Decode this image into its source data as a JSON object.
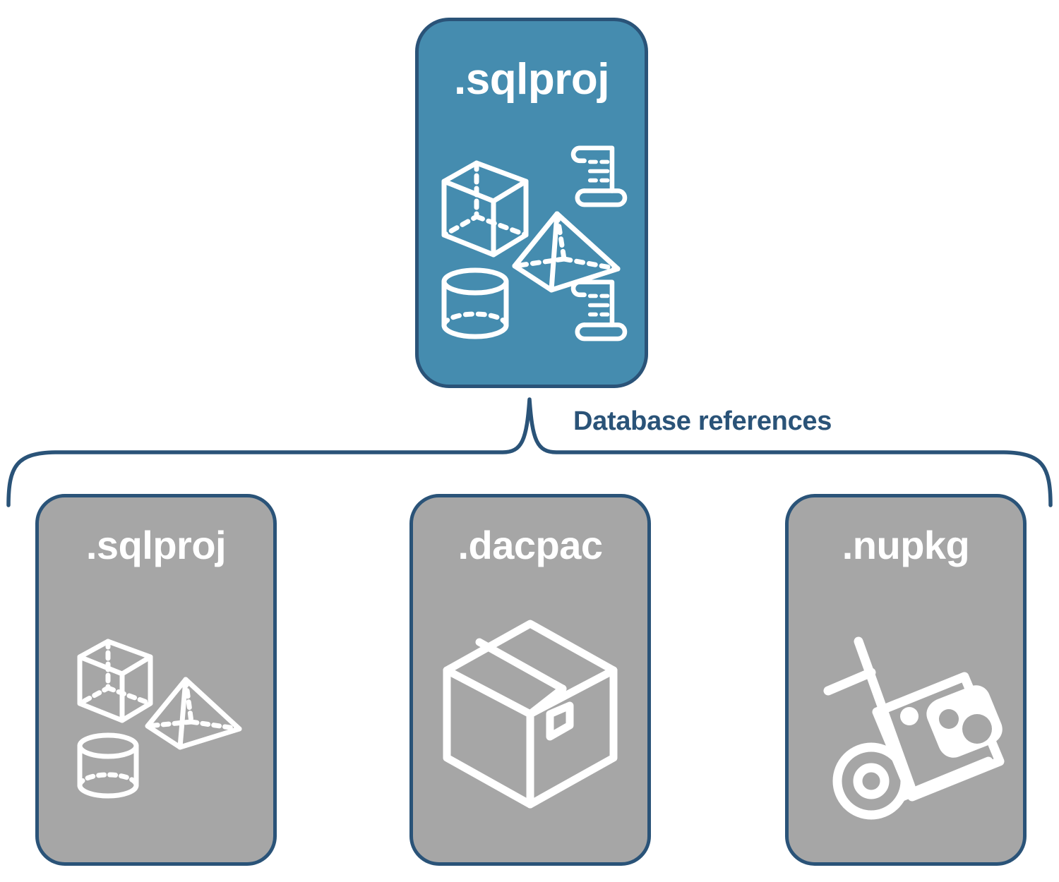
{
  "diagram": {
    "title": "Database references",
    "colors": {
      "primary_fill": "#458caf",
      "reference_fill": "#a6a6a6",
      "stroke": "#2a5378",
      "icon": "#ffffff",
      "background": "#ffffff"
    },
    "primary_node": {
      "label": ".sqlproj",
      "icons": [
        "cube-wireframe-icon",
        "pyramid-wireframe-icon",
        "cylinder-wireframe-icon",
        "scroll-icon",
        "scroll-icon"
      ]
    },
    "connector": {
      "type": "brace",
      "label": "Database references"
    },
    "reference_nodes": [
      {
        "label": ".sqlproj",
        "icons": [
          "cube-wireframe-icon",
          "pyramid-wireframe-icon",
          "cylinder-wireframe-icon"
        ]
      },
      {
        "label": ".dacpac",
        "icons": [
          "shipping-box-icon"
        ]
      },
      {
        "label": ".nupkg",
        "icons": [
          "hand-truck-package-icon"
        ]
      }
    ]
  }
}
